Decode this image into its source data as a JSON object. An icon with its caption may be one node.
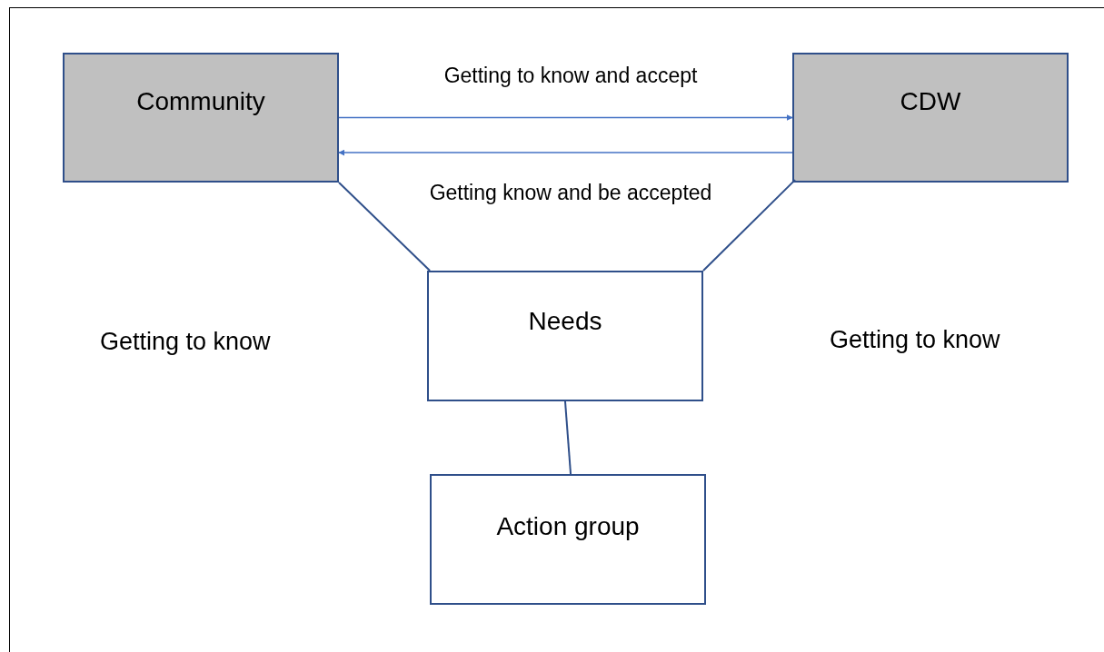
{
  "diagram": {
    "nodes": [
      {
        "text": [
          "Community"
        ]
      },
      {
        "text": [
          "CDW"
        ]
      },
      {
        "text": [
          "Needs"
        ]
      },
      {
        "text": [
          "Action group"
        ]
      }
    ],
    "edges": [
      {
        "from": 0,
        "to": 1,
        "arrow": "to",
        "label": "Getting to know and accept",
        "color": "#4472c4"
      },
      {
        "from": 1,
        "to": 0,
        "arrow": "to",
        "label": "Getting know and be accepted",
        "color": "#4472c4"
      },
      {
        "from": 0,
        "to": 2,
        "arrow": "none"
      },
      {
        "from": 1,
        "to": 2,
        "arrow": "none"
      },
      {
        "from": 2,
        "to": 3,
        "arrow": "none"
      }
    ],
    "labels": [
      "Getting to know",
      "Getting to know"
    ]
  }
}
